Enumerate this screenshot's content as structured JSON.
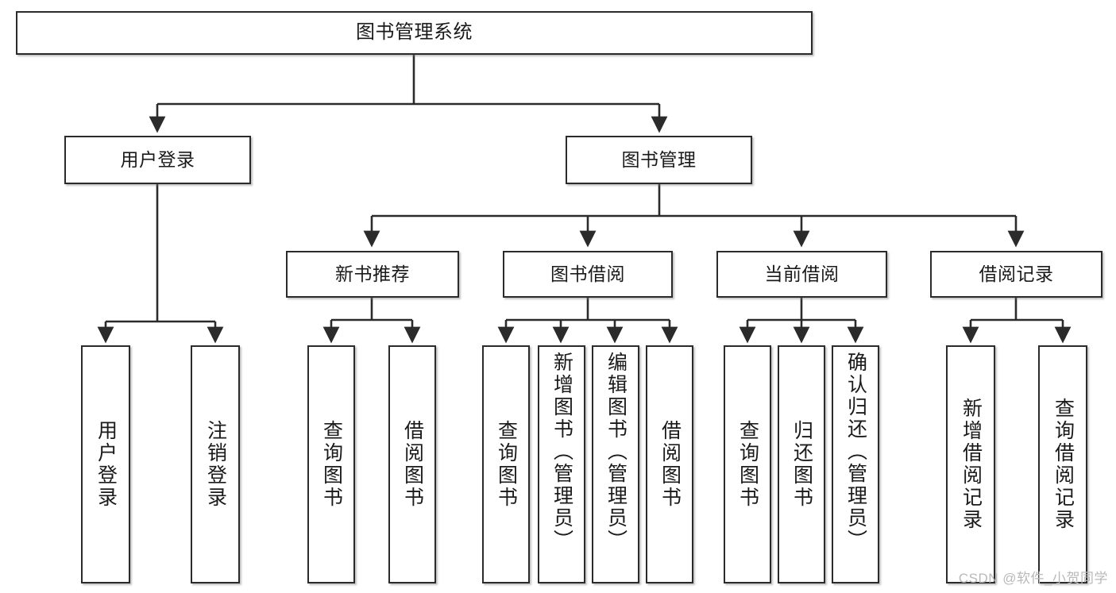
{
  "diagram": {
    "title": "图书管理系统",
    "type": "hierarchy-tree",
    "watermark": "CSDN @软件_小贺同学",
    "colors": {
      "box_border": "#2b2b2b",
      "box_fill": "#ffffff",
      "connector": "#2b2b2b",
      "text": "#1a1a1a",
      "watermark": "#b9b9b9",
      "background": "#ffffff"
    },
    "levels": {
      "root": [
        "图书管理系统"
      ],
      "level2": [
        "用户登录",
        "图书管理"
      ],
      "level3": [
        "新书推荐",
        "图书借阅",
        "当前借阅",
        "借阅记录"
      ],
      "level4": [
        "用户登录",
        "注销登录",
        "查询图书",
        "借阅图书",
        "查询图书",
        "新增图书（管理员）",
        "编辑图书（管理员）",
        "借阅图书",
        "查询图书",
        "归还图书",
        "确认归还（管理员）",
        "新增借阅记录",
        "查询借阅记录"
      ]
    },
    "nodes": {
      "root": {
        "label": "图书管理系统"
      },
      "user_login": {
        "label": "用户登录"
      },
      "book_manage": {
        "label": "图书管理"
      },
      "new_book_rec": {
        "label": "新书推荐"
      },
      "book_borrow": {
        "label": "图书借阅"
      },
      "current_borrow": {
        "label": "当前借阅"
      },
      "borrow_record": {
        "label": "借阅记录"
      },
      "leaf_user_login": {
        "label": "用户登录"
      },
      "leaf_logout": {
        "label": "注销登录"
      },
      "leaf_query_book_a": {
        "label": "查询图书"
      },
      "leaf_borrow_book_a": {
        "label": "借阅图书"
      },
      "leaf_query_book_b": {
        "label": "查询图书"
      },
      "leaf_add_book": {
        "label": "新增图书（管理员）"
      },
      "leaf_edit_book": {
        "label": "编辑图书（管理员）"
      },
      "leaf_borrow_book_b": {
        "label": "借阅图书"
      },
      "leaf_query_book_c": {
        "label": "查询图书"
      },
      "leaf_return_book": {
        "label": "归还图书"
      },
      "leaf_confirm_return": {
        "label": "确认归还（管理员）"
      },
      "leaf_add_record": {
        "label": "新增借阅记录"
      },
      "leaf_query_record": {
        "label": "查询借阅记录"
      }
    },
    "edges": [
      {
        "from": "root",
        "to": "user_login"
      },
      {
        "from": "root",
        "to": "book_manage"
      },
      {
        "from": "user_login",
        "to": "leaf_user_login"
      },
      {
        "from": "user_login",
        "to": "leaf_logout"
      },
      {
        "from": "book_manage",
        "to": "new_book_rec"
      },
      {
        "from": "book_manage",
        "to": "book_borrow"
      },
      {
        "from": "book_manage",
        "to": "current_borrow"
      },
      {
        "from": "book_manage",
        "to": "borrow_record"
      },
      {
        "from": "new_book_rec",
        "to": "leaf_query_book_a"
      },
      {
        "from": "new_book_rec",
        "to": "leaf_borrow_book_a"
      },
      {
        "from": "book_borrow",
        "to": "leaf_query_book_b"
      },
      {
        "from": "book_borrow",
        "to": "leaf_add_book"
      },
      {
        "from": "book_borrow",
        "to": "leaf_edit_book"
      },
      {
        "from": "book_borrow",
        "to": "leaf_borrow_book_b"
      },
      {
        "from": "current_borrow",
        "to": "leaf_query_book_c"
      },
      {
        "from": "current_borrow",
        "to": "leaf_return_book"
      },
      {
        "from": "current_borrow",
        "to": "leaf_confirm_return"
      },
      {
        "from": "borrow_record",
        "to": "leaf_add_record"
      },
      {
        "from": "borrow_record",
        "to": "leaf_query_record"
      }
    ]
  }
}
